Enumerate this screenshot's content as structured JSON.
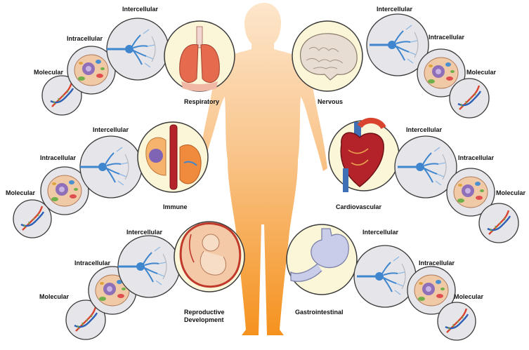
{
  "scale_labels": {
    "intercellular": "Intercellular",
    "intracellular": "Intracellular",
    "molecular": "Molecular"
  },
  "systems": {
    "respiratory": {
      "label": "Respiratory"
    },
    "nervous": {
      "label": "Nervous"
    },
    "immune": {
      "label": "Immune"
    },
    "cardiovascular": {
      "label": "Cardiovascular"
    },
    "reproductive": {
      "label_line1": "Reproductive",
      "label_line2": "Development"
    },
    "gastrointestinal": {
      "label": "Gastrointestinal"
    }
  },
  "colors": {
    "body_top": "#fde3c4",
    "body_bottom": "#f5921e",
    "organ_circle_fill": "#fbf6d8",
    "scale_circle_fill": "#e6e6ea",
    "circle_stroke": "#3a3a3a",
    "neuron": "#3f86cf",
    "lung": "#e56a4e",
    "brain": "#e7ddd2",
    "heart": "#b5232a",
    "stomach": "#c9cde9"
  }
}
